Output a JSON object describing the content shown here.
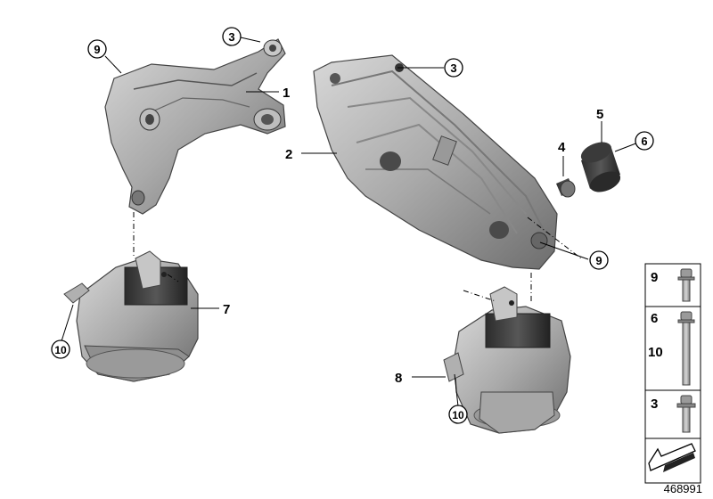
{
  "labels": {
    "part_1": "1",
    "part_2": "2",
    "part_4": "4",
    "part_5": "5",
    "part_7": "7",
    "part_8": "8"
  },
  "callouts": {
    "c9_top": "9",
    "c3_top": "3",
    "c3_right": "3",
    "c6": "6",
    "c9_right": "9",
    "c10_left": "10",
    "c10_right": "10"
  },
  "legend": {
    "row1": "9",
    "row2a": "6",
    "row2b": "10",
    "row3": "3"
  },
  "image_id": "468991"
}
